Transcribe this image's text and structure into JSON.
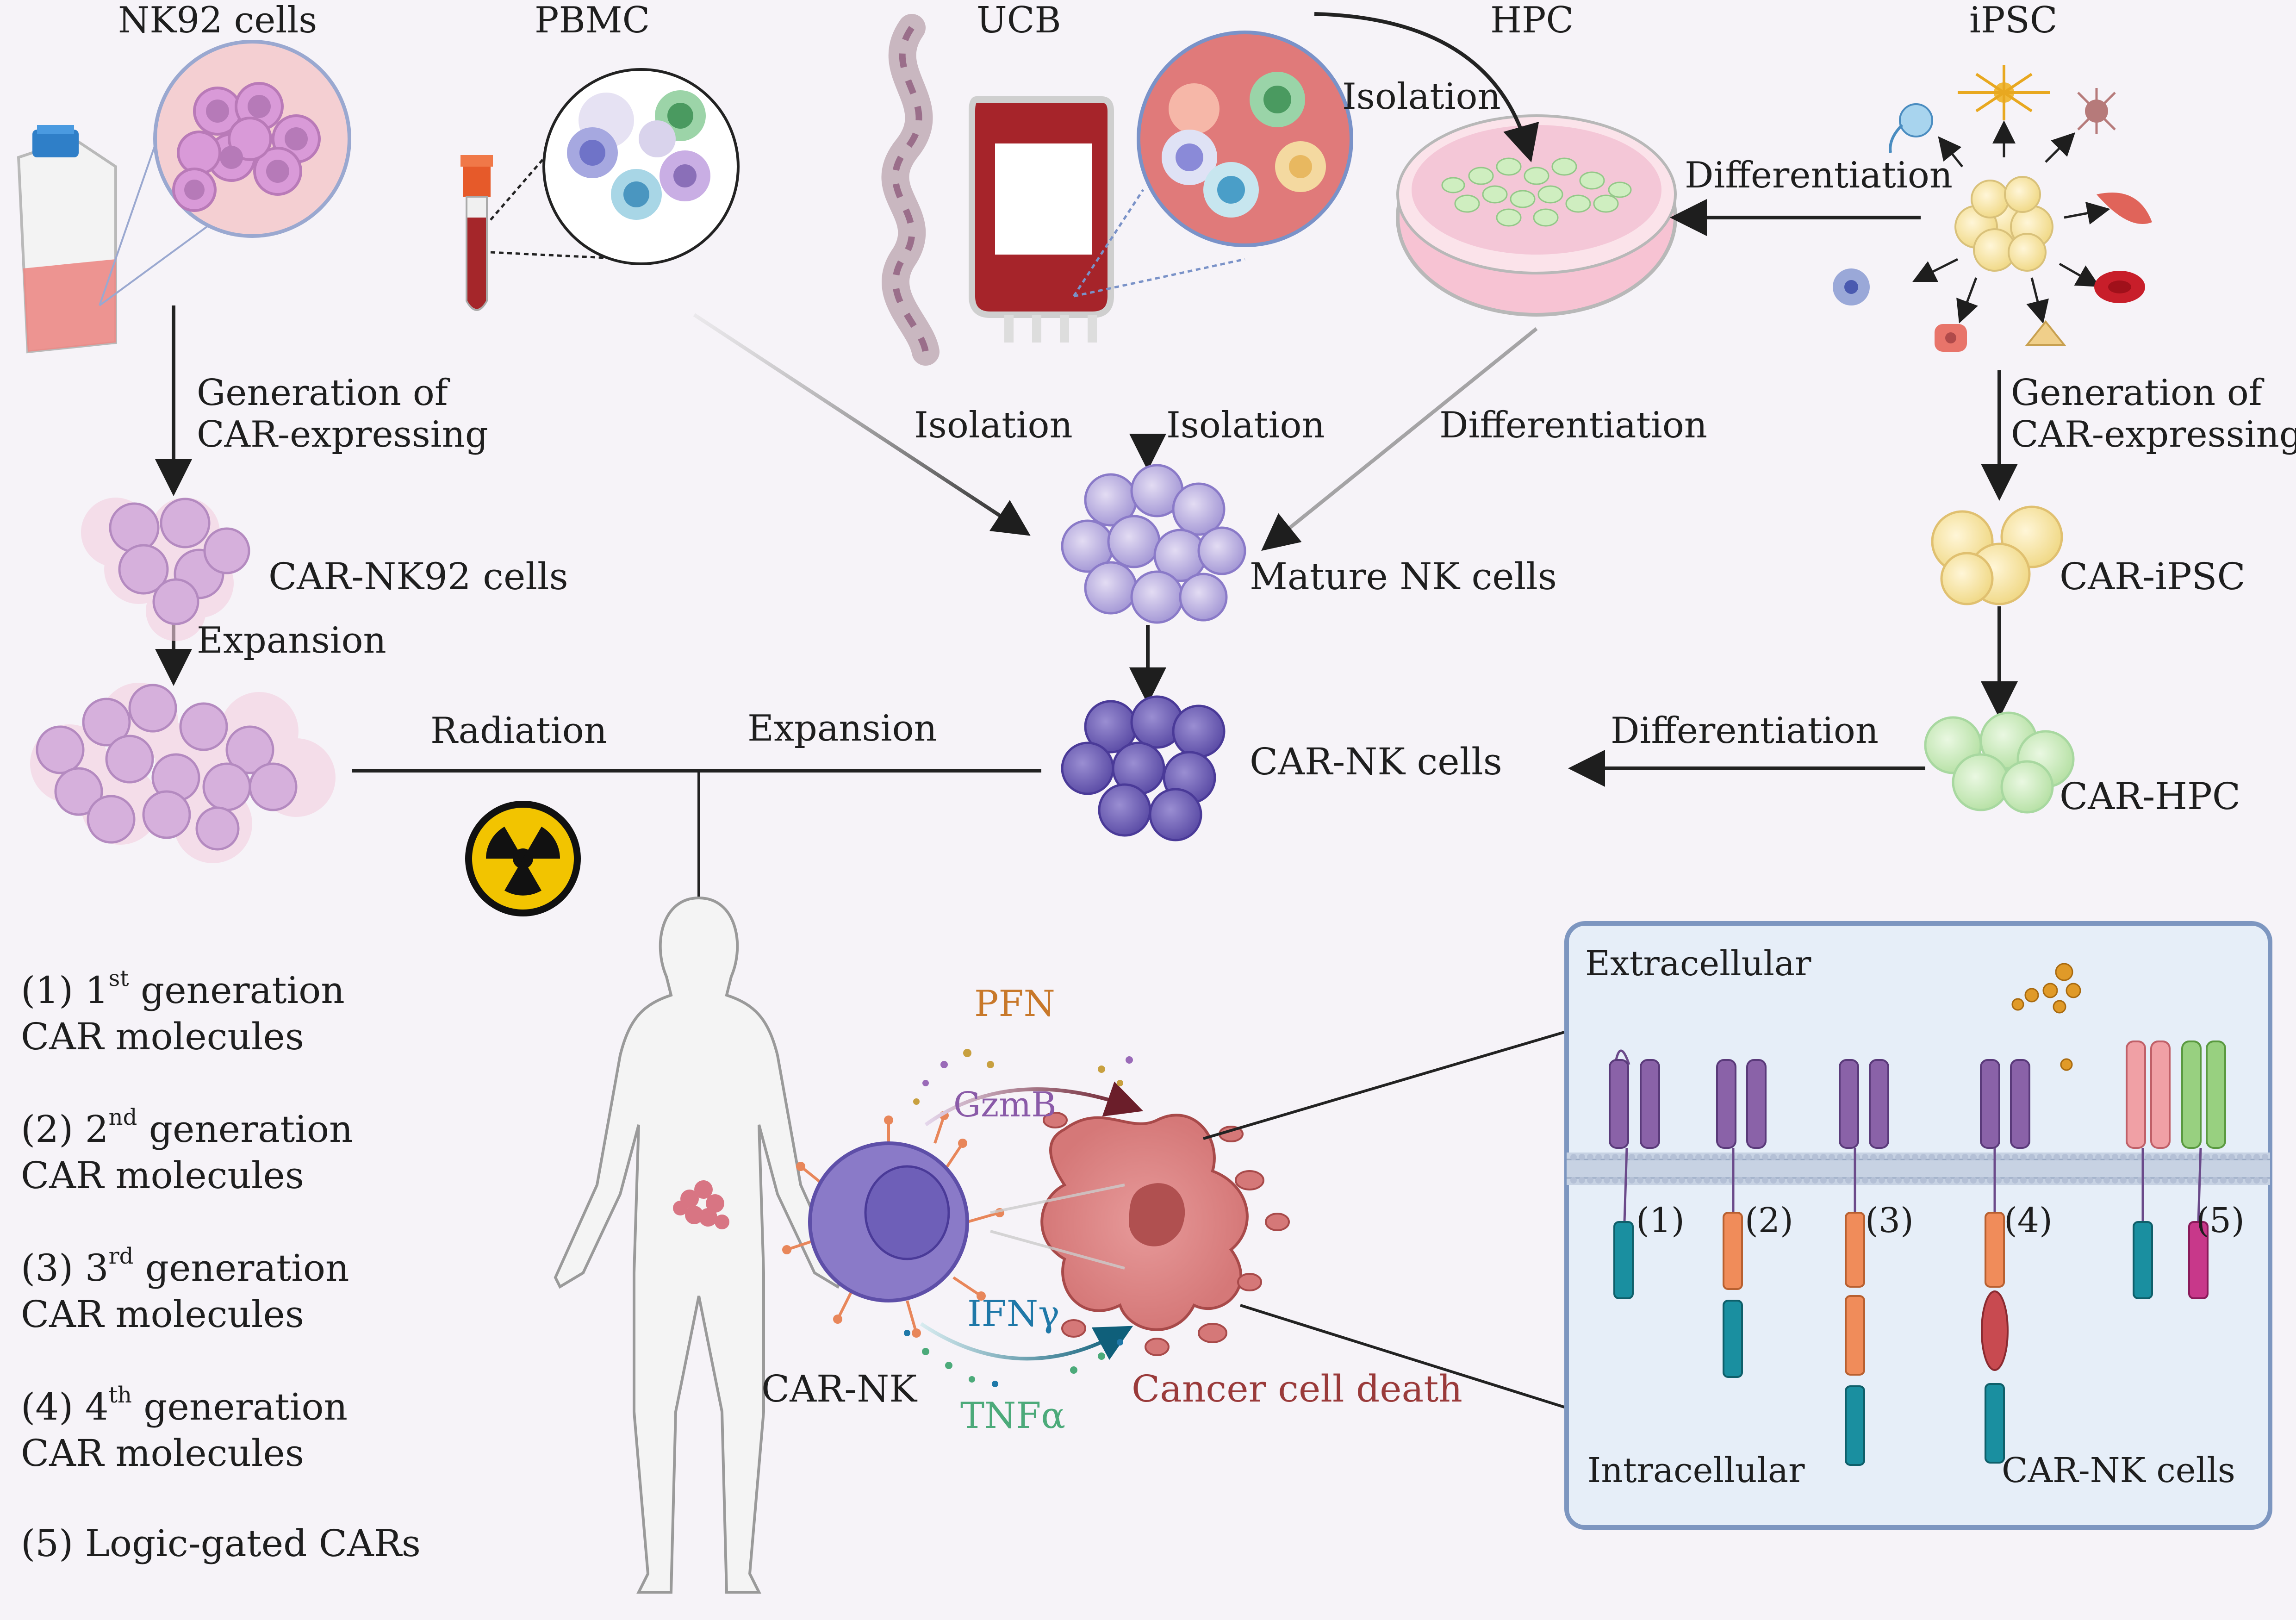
{
  "sources": {
    "nk92": "NK92 cells",
    "pbmc": "PBMC",
    "ucb": "UCB",
    "hpc": "HPC",
    "ipsc": "iPSC"
  },
  "arrows": {
    "isolation_ucb_hpc": "Isolation",
    "differentiation_ipsc_hpc": "Differentiation",
    "generation_left": "Generation of\nCAR-expressing",
    "generation_right": "Generation of\nCAR-expressing",
    "isolation_pbmc": "Isolation",
    "isolation_ucb": "Isolation",
    "differentiation_hpc": "Differentiation",
    "expansion_left": "Expansion",
    "radiation": "Radiation",
    "expansion_mid": "Expansion",
    "differentiation_right": "Differentiation"
  },
  "cells": {
    "car_nk92": "CAR-NK92 cells",
    "mature_nk": "Mature NK cells",
    "car_ipsc": "CAR-iPSC",
    "car_nk": "CAR-NK cells",
    "car_hpc": "CAR-HPC"
  },
  "generations": [
    {
      "num": "(1) 1",
      "sup": "st",
      "rest": " generation",
      "line2": "CAR molecules"
    },
    {
      "num": "(2) 2",
      "sup": "nd",
      "rest": " generation",
      "line2": "CAR molecules"
    },
    {
      "num": "(3) 3",
      "sup": "rd",
      "rest": " generation",
      "line2": "CAR molecules"
    },
    {
      "num": "(4) 4",
      "sup": "th",
      "rest": " generation",
      "line2": "CAR molecules"
    },
    {
      "num": "(5) Logic-gated CARs",
      "sup": "",
      "rest": "",
      "line2": ""
    }
  ],
  "killing": {
    "pfn": "PFN",
    "gzmb": "GzmB",
    "ifng": "IFNγ",
    "tnfa": "TNFα",
    "car_nk": "CAR-NK",
    "death": "Cancer cell death"
  },
  "car_box": {
    "extracellular": "Extracellular",
    "intracellular": "Intracellular",
    "car_nk_cells": "CAR-NK cells",
    "markers": [
      "(1)",
      "(2)",
      "(3)",
      "(4)",
      "(5)"
    ]
  },
  "colors": {
    "background": "#f6f3f8",
    "arrow": "#1e1e1e",
    "pfn": "#c8782a",
    "gzmb": "#8a5aa8",
    "ifng": "#1f78a8",
    "tnfa": "#4caa7a",
    "death": "#9a3a3a",
    "nk_purple": "#8a7ac8",
    "cancer": "#c96a6a",
    "car_box_bg": "#e6eef8",
    "car_box_border": "#7d96c0"
  }
}
